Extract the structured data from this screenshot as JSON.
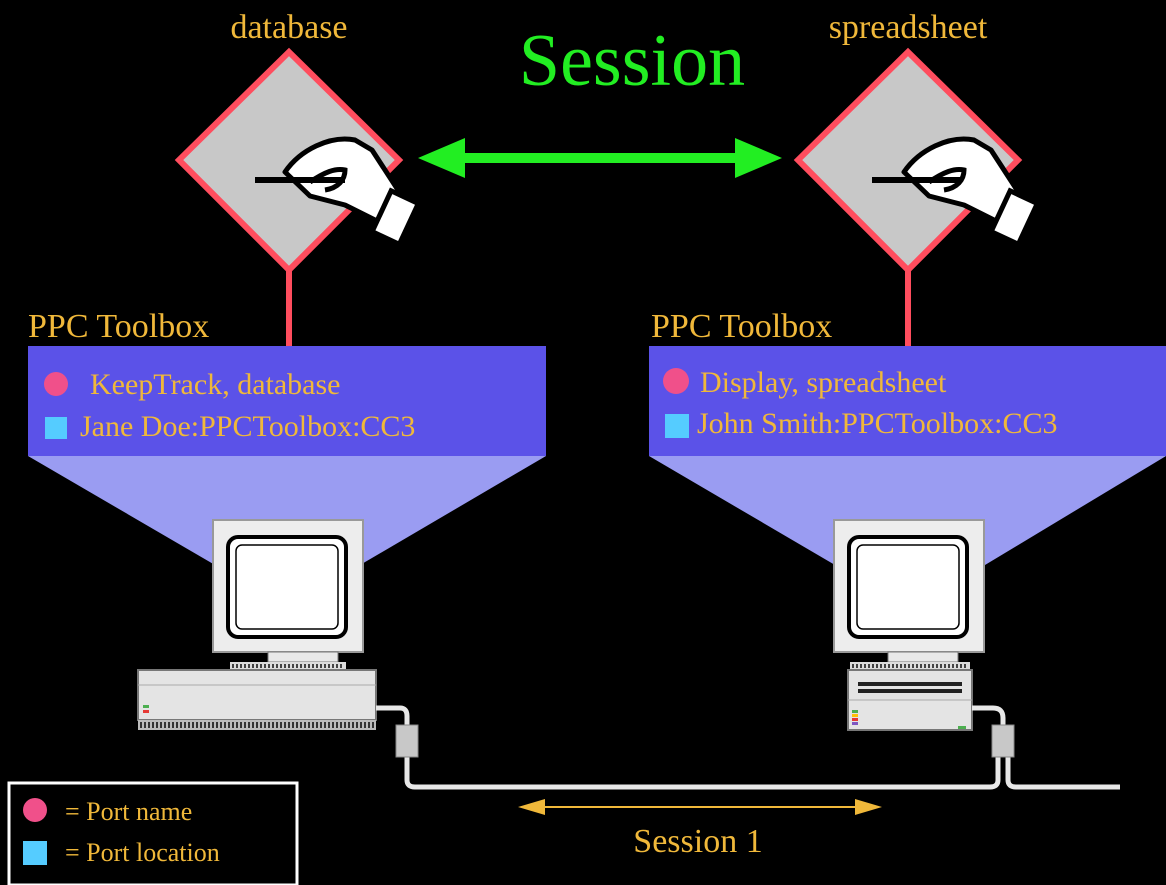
{
  "title": "Session",
  "colors": {
    "background": "#000000",
    "title": "#22ee22",
    "label": "#f0b83a",
    "red_line": "#ff4d5e",
    "panel_dark": "#5b52e8",
    "panel_light": "#9a9cf2",
    "port_name_dot": "#f0508a",
    "port_location_square": "#55ccff",
    "diamond_fill": "#c8c8c8",
    "cable": "#e8e8e8"
  },
  "apps": [
    {
      "app_label": "database",
      "toolbox_label": "PPC Toolbox",
      "port_name": "KeepTrack, database",
      "port_location": "Jane Doe:PPCToolbox:CC3"
    },
    {
      "app_label": "spreadsheet",
      "toolbox_label": "PPC Toolbox",
      "port_name": "Display, spreadsheet",
      "port_location": "John Smith:PPCToolbox:CC3"
    }
  ],
  "network": {
    "session_label": "Session 1"
  },
  "legend": {
    "port_name": "= Port name",
    "port_location": "= Port location"
  },
  "icons": {
    "app_window": "hand-writing-icon",
    "connection": "double-arrow-icon",
    "computer": "desktop-computer-icon"
  }
}
